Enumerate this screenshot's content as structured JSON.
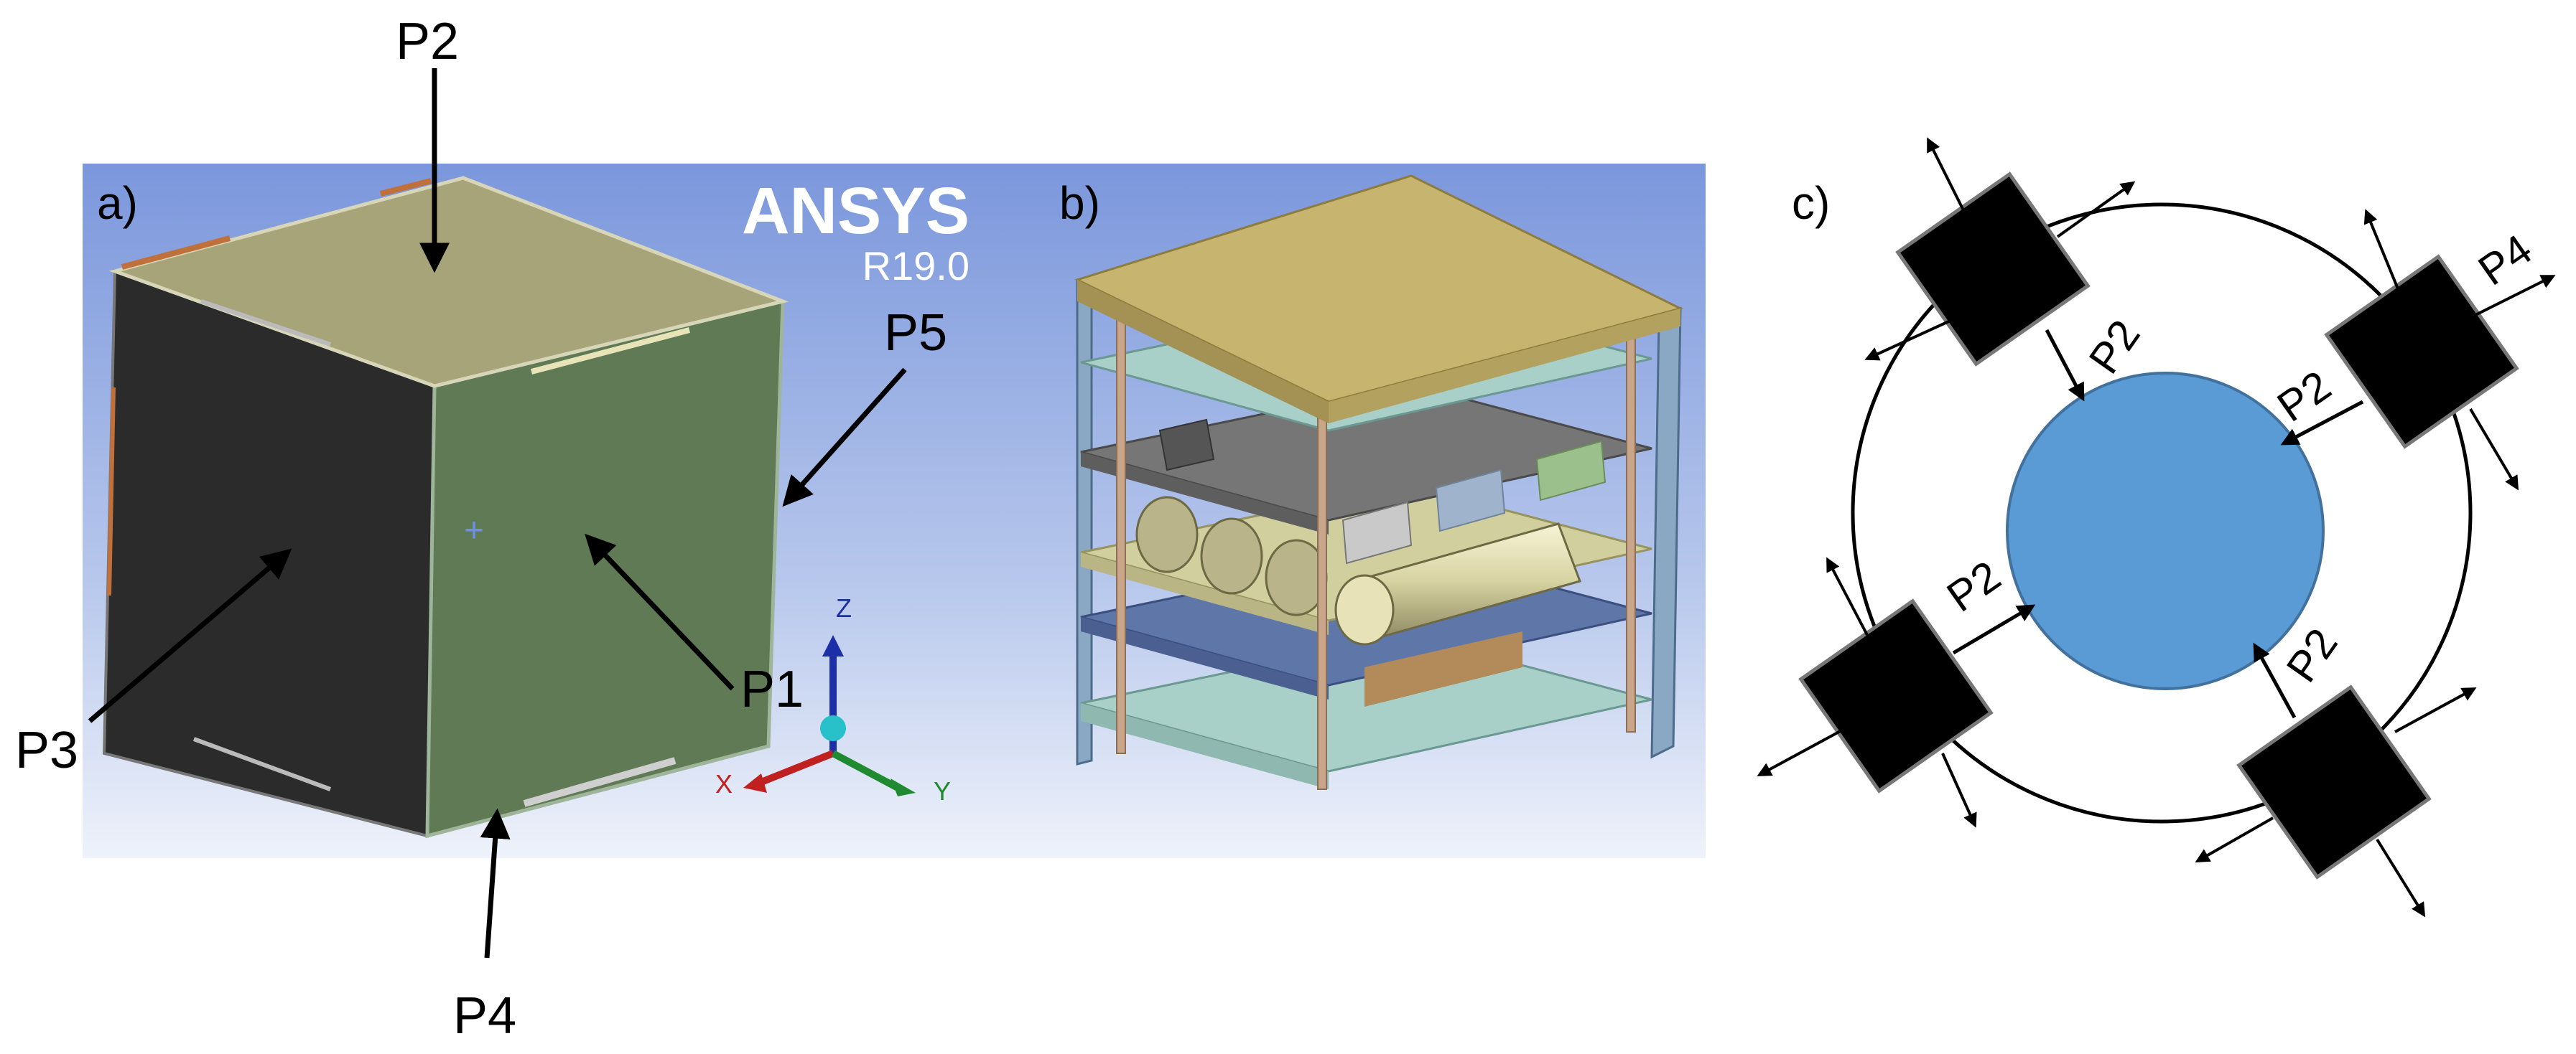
{
  "panel_a": {
    "label": "a)",
    "software_name": "ANSYS",
    "software_version": "R19.0",
    "axis_z": "Z",
    "axis_x": "X",
    "axis_y": "Y",
    "callouts": {
      "p1": "P1",
      "p2": "P2",
      "p3": "P3",
      "p4": "P4",
      "p5": "P5"
    }
  },
  "panel_b": {
    "label": "b)"
  },
  "panel_c": {
    "label": "c)",
    "labels": [
      "P2",
      "P2",
      "P2",
      "P2",
      "P4"
    ]
  },
  "colors": {
    "background_top": "#7b97dc",
    "background_bottom": "#e9eef8",
    "panel_top_face": "#a8a47a",
    "panel_right_face": "#5f7a55",
    "panel_left_face": "#2b2b2b",
    "earth_circle": "#5b9bd5",
    "satellite": "#000000"
  }
}
